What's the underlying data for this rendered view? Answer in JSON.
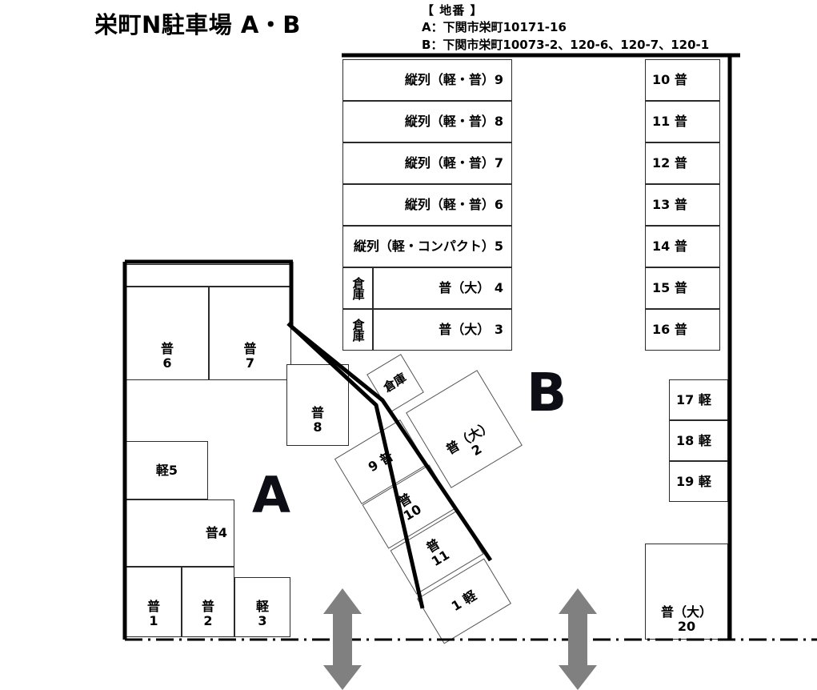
{
  "header": {
    "title": "栄町N駐車場 A・B",
    "legal_heading": "【 地番 】",
    "legal_a": "A：下関市栄町10171-16",
    "legal_b": "B：下関市栄町10073-2、120-6、120-7、120-1"
  },
  "sections": {
    "a_letter": "A",
    "b_letter": "B"
  },
  "tandem_table": {
    "rows": [
      {
        "label": "縦列（軽・普）9"
      },
      {
        "label": "縦列（軽・普）8"
      },
      {
        "label": "縦列（軽・普）7"
      },
      {
        "label": "縦列（軽・普）6"
      },
      {
        "label": "縦列（軽・コンパクト）5"
      }
    ],
    "large_rows": [
      {
        "storage": "倉庫",
        "label": "普（大） 4"
      },
      {
        "storage": "倉庫",
        "label": "普（大） 3"
      }
    ]
  },
  "right_column": {
    "upper": [
      {
        "label": "10 普"
      },
      {
        "label": "11 普"
      },
      {
        "label": "12 普"
      },
      {
        "label": "13 普"
      },
      {
        "label": "14 普"
      },
      {
        "label": "15 普"
      },
      {
        "label": "16 普"
      }
    ],
    "lower": [
      {
        "label": "17 軽"
      },
      {
        "label": "18 軽"
      },
      {
        "label": "19 軽"
      }
    ],
    "big": {
      "line1": "普（大）",
      "line2": "20"
    }
  },
  "block_a": {
    "stall_6": {
      "line1": "普",
      "line2": "6"
    },
    "stall_7": {
      "line1": "普",
      "line2": "7"
    },
    "stall_8": {
      "line1": "普",
      "line2": "8"
    },
    "stall_5": {
      "line1": "軽5"
    },
    "stall_4": {
      "line1": "普4"
    },
    "stall_1": {
      "line1": "普",
      "line2": "1"
    },
    "stall_2": {
      "line1": "普",
      "line2": "2"
    },
    "stall_3": {
      "line1": "軽",
      "line2": "3"
    }
  },
  "rotated_cluster": {
    "storage": "倉庫",
    "stall_2": {
      "line1": "普（大）",
      "line2": "2"
    },
    "stall_9": {
      "line1": "9 普"
    },
    "stall_10": {
      "line1": "普",
      "line2": "10"
    },
    "stall_11": {
      "line1": "普",
      "line2": "11"
    },
    "stall_1": {
      "line1": "1 軽"
    }
  },
  "colors": {
    "arrow_gray": "#808080",
    "stroke": "#000000",
    "thin_stroke": "#555555"
  }
}
